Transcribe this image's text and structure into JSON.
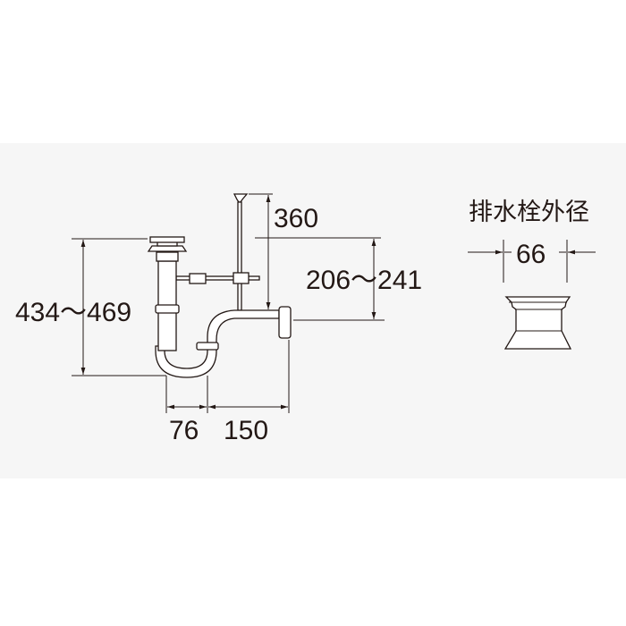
{
  "dimensions": {
    "overall_height": "434～469",
    "rod_height": "360",
    "outlet_height": "206～241",
    "trap_width": "76",
    "outlet_length": "150"
  },
  "detail": {
    "title": "排水栓外径",
    "diameter": "66"
  }
}
